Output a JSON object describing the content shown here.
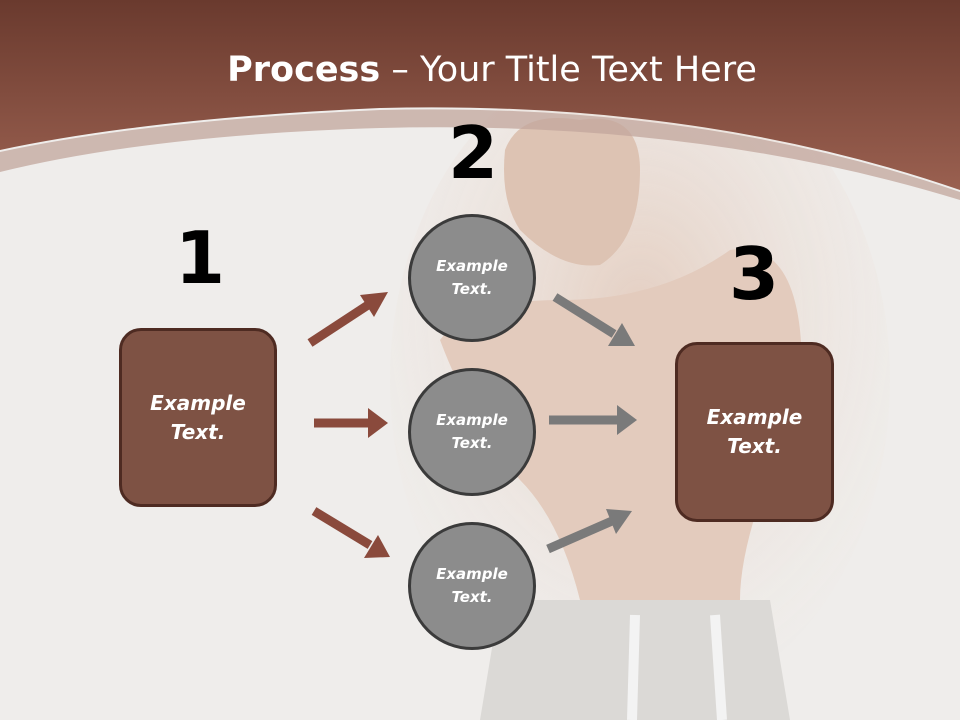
{
  "slide": {
    "title_bold": "Process",
    "title_rest": " – Your Title Text Here"
  },
  "diagram": {
    "steps": [
      {
        "number": "1",
        "text_line1": "Example",
        "text_line2": "Text."
      },
      {
        "number": "2"
      },
      {
        "number": "3",
        "text_line1": "Example",
        "text_line2": "Text."
      }
    ],
    "circles": [
      {
        "text_line1": "Example",
        "text_line2": "Text."
      },
      {
        "text_line1": "Example",
        "text_line2": "Text."
      },
      {
        "text_line1": "Example",
        "text_line2": "Text."
      }
    ]
  },
  "colors": {
    "header_brown": "#8a5444",
    "box_fill": "#7e5244",
    "box_border": "#4e2b22",
    "circle_fill": "#8c8c8c",
    "left_arrows": "#8a4a3c",
    "right_arrows": "#7a7a7a"
  },
  "background_image": "shirtless-man-holding-shoulder-photo"
}
